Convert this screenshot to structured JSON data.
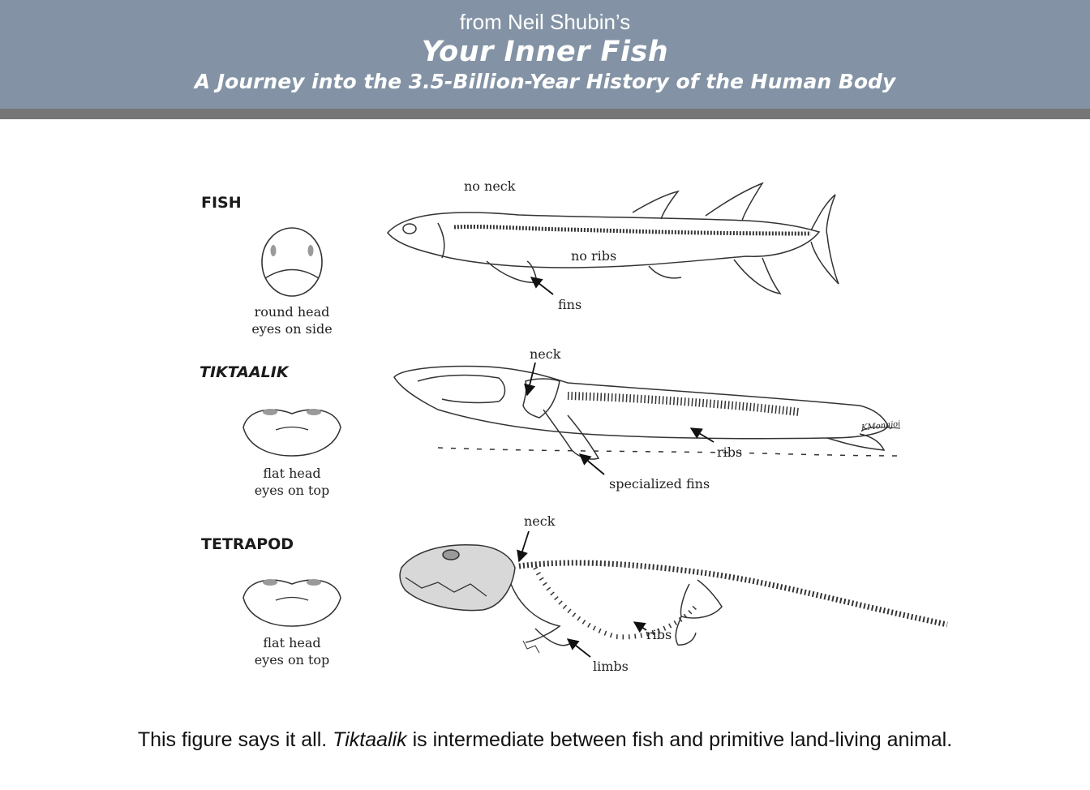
{
  "header": {
    "from_line": "from Neil Shubin’s",
    "title": "Your Inner Fish",
    "subtitle": "A Journey into the 3.5-Billion-Year History of the Human Body"
  },
  "rows": [
    {
      "name": "FISH",
      "head_caption": [
        "round head",
        "eyes on side"
      ],
      "labels": {
        "top": "no neck",
        "middle": "no ribs",
        "bottom": "fins"
      }
    },
    {
      "name": "TIKTAALIK",
      "head_caption": [
        "flat head",
        "eyes on top"
      ],
      "labels": {
        "top": "neck",
        "middle": "ribs",
        "bottom": "specialized fins"
      }
    },
    {
      "name": "TETRAPOD",
      "head_caption": [
        "flat head",
        "eyes on top"
      ],
      "labels": {
        "top": "neck",
        "middle": "ribs",
        "bottom": "limbs"
      }
    }
  ],
  "signature": "KMonajoi",
  "caption": {
    "before": "This figure says it all. ",
    "italic": "Tiktaalik",
    "after": " is intermediate between fish and primitive land-living animal."
  },
  "colors": {
    "header_bg": "#8393a5",
    "header_rule": "#767676",
    "eye_fill": "#9a9a9a",
    "line": "#333333"
  }
}
